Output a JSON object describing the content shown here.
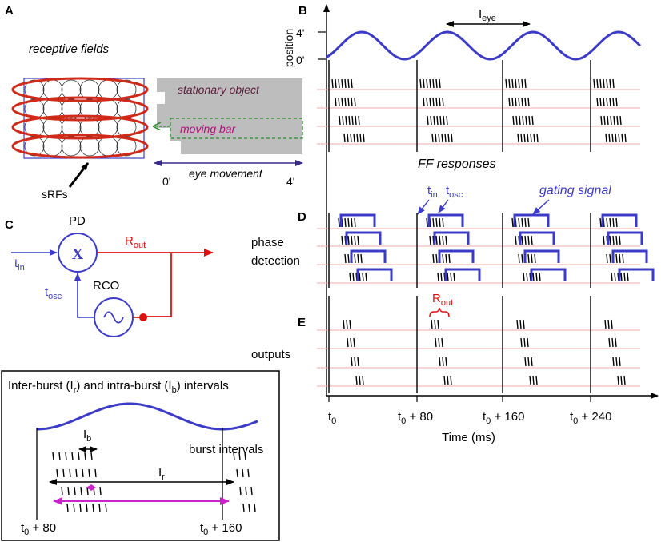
{
  "panels": {
    "a": "A",
    "b": "B",
    "c": "C",
    "d": "D",
    "e": "E"
  },
  "panel_a": {
    "title": "receptive fields",
    "stationary": "stationary object",
    "moving": "moving bar",
    "srfs": "sRFs",
    "axis_left": "0'",
    "axis_right": "4'",
    "eye_movement": "eye movement"
  },
  "panel_b": {
    "ylabel": "position",
    "tick_hi": "4'",
    "tick_lo": "0'",
    "ieye": {
      "main": "I",
      "sub": "eye"
    },
    "ff_responses": "FF responses"
  },
  "panel_c": {
    "pd": "PD",
    "x": "X",
    "rout": {
      "main": "R",
      "sub": "out"
    },
    "tin": {
      "main": "t",
      "sub": "in"
    },
    "tosc": {
      "main": "t",
      "sub": "osc"
    },
    "rco": "RCO"
  },
  "panel_d": {
    "tin": {
      "main": "t",
      "sub": "in"
    },
    "tosc": {
      "main": "t",
      "sub": "osc"
    },
    "gating": "gating signal",
    "label_1": "phase",
    "label_2": "detection"
  },
  "panel_e": {
    "rout": {
      "main": "R",
      "sub": "out"
    },
    "outputs": "outputs"
  },
  "time_axis": {
    "ticks": [
      {
        "main": "t",
        "sub": "0",
        "suffix": ""
      },
      {
        "main": "t",
        "sub": "0",
        "suffix": " + 80"
      },
      {
        "main": "t",
        "sub": "0",
        "suffix": " + 160"
      },
      {
        "main": "t",
        "sub": "0",
        "suffix": " + 240"
      }
    ],
    "xlabel": "Time (ms)"
  },
  "inset": {
    "title_parts": [
      "Inter-burst (I",
      "r",
      ") and intra-burst (I",
      "b",
      ") intervals"
    ],
    "ib": {
      "main": "I",
      "sub": "b"
    },
    "ir": {
      "main": "I",
      "sub": "r"
    },
    "burst_intervals": "burst intervals",
    "t_left": {
      "main": "t",
      "sub": "0",
      "suffix": " + 80"
    },
    "t_right": {
      "main": "t",
      "sub": "0",
      "suffix": " + 160"
    }
  },
  "colors": {
    "blue": "#3b3bc8",
    "red": "#e01010",
    "gray": "#bdbdbd",
    "track": "#f0a8a8",
    "magenta": "#cc22cc",
    "darkred": "#cc2222"
  }
}
